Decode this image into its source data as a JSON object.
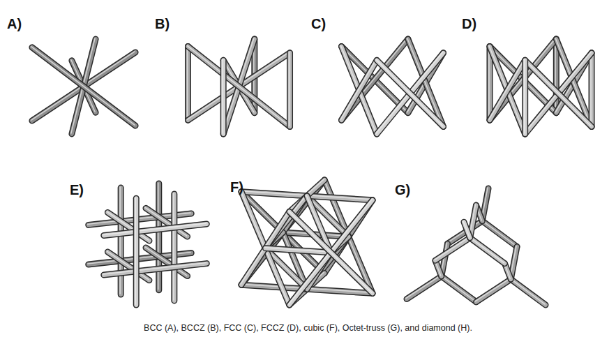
{
  "diagram": {
    "caption": "BCC (A), BCCZ (B), FCC (C), FCCZ (D), cubic (F), Octet-truss (G), and diamond (H).",
    "labels": [
      "A)",
      "B)",
      "C)",
      "D)",
      "E)",
      "F)",
      "G)"
    ]
  }
}
